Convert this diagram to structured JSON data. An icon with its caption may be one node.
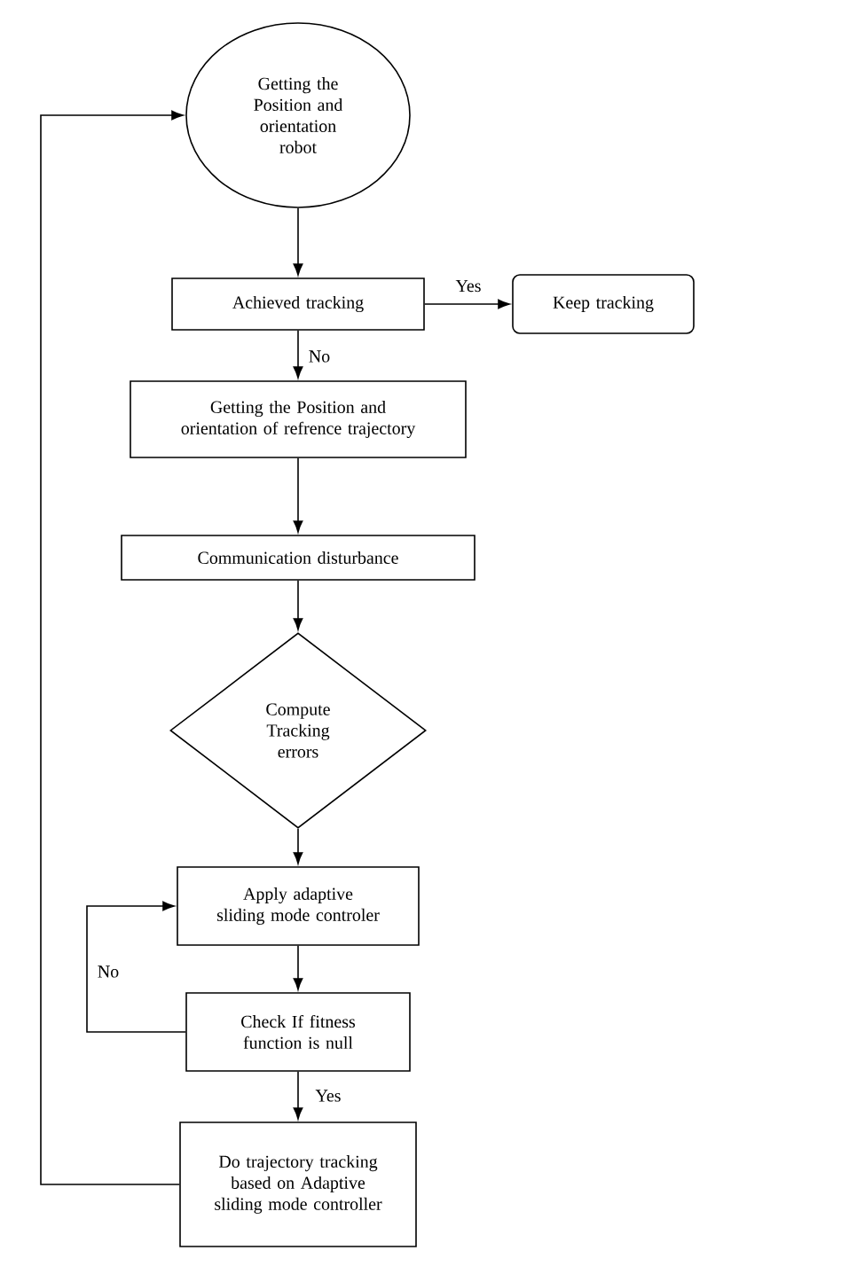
{
  "diagram": {
    "nodes": [
      {
        "text": [
          "Getting the Position and orientation robot"
        ]
      },
      {
        "text": [
          "Achieved tracking"
        ]
      },
      {
        "text": [
          "Keep tracking"
        ]
      },
      {
        "text": [
          "Getting the Position and orientation of refrence trajectory"
        ]
      },
      {
        "text": [
          "Communication disturbance"
        ]
      },
      {
        "text": [
          "Compute Tracking errors"
        ]
      },
      {
        "text": [
          "Apply adaptive sliding mode controler"
        ]
      },
      {
        "text": [
          "Check If fitness function is null"
        ]
      },
      {
        "text": [
          "Do trajectory tracking based on Adaptive sliding mode controller"
        ]
      }
    ],
    "edges": [
      {
        "from": 0,
        "to": 1,
        "arrow": "to"
      },
      {
        "from": 1,
        "to": 2,
        "arrow": "to",
        "label": "Yes"
      },
      {
        "from": 1,
        "to": 3,
        "arrow": "to",
        "label": "No"
      },
      {
        "from": 3,
        "to": 4,
        "arrow": "to"
      },
      {
        "from": 4,
        "to": 5,
        "arrow": "to"
      },
      {
        "from": 5,
        "to": 6,
        "arrow": "to"
      },
      {
        "from": 6,
        "to": 7,
        "arrow": "to"
      },
      {
        "from": 7,
        "to": 6,
        "arrow": "to",
        "label": "No"
      },
      {
        "from": 7,
        "to": 8,
        "arrow": "to",
        "label": "Yes"
      },
      {
        "from": 8,
        "to": 0,
        "arrow": "to"
      }
    ]
  }
}
